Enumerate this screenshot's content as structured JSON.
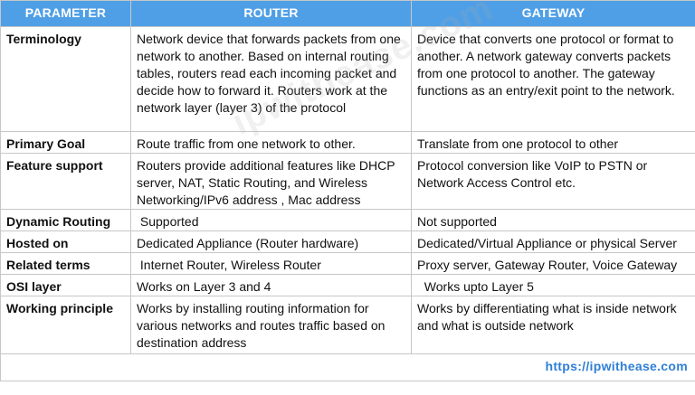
{
  "headers": {
    "parameter": "PARAMETER",
    "router": "ROUTER",
    "gateway": "GATEWAY"
  },
  "rows": [
    {
      "parameter": "Terminology",
      "router": "Network device that forwards packets from one network to another. Based on internal routing tables, routers read each incoming packet and decide how to forward it. Routers work at the network layer (layer 3) of the protocol",
      "gateway": "Device that converts one protocol or format to another. A network gateway converts packets from one protocol to another. The gateway functions as an entry/exit point to the network."
    },
    {
      "parameter": "Primary Goal",
      "router": "Route traffic from one network to other.",
      "gateway": "Translate from one protocol to other"
    },
    {
      "parameter": "Feature support",
      "router": "Routers provide additional features like DHCP server, NAT, Static Routing, and Wireless Networking/IPv6 address , Mac address",
      "gateway": "Protocol conversion like VoIP to PSTN or Network Access Control etc."
    },
    {
      "parameter": "Dynamic Routing",
      "router": " Supported",
      "gateway": "Not supported"
    },
    {
      "parameter": "Hosted on",
      "router": "Dedicated Appliance (Router hardware)",
      "gateway": "Dedicated/Virtual Appliance or physical Server"
    },
    {
      "parameter": "Related terms",
      "router": " Internet Router, Wireless Router",
      "gateway": "Proxy server, Gateway Router, Voice Gateway"
    },
    {
      "parameter": "OSI layer",
      "router": "Works on Layer 3 and 4",
      "gateway": "  Works upto Layer 5"
    },
    {
      "parameter": "Working principle",
      "router": "Works by installing routing information for various networks and routes traffic based on destination address",
      "gateway": "Works by differentiating what is inside network and what is outside network"
    }
  ],
  "footer": {
    "url": "https://ipwithease.com"
  },
  "watermark": "ipwithease.com",
  "colors": {
    "header_bg": "#4f9fe6",
    "header_text": "#ffffff",
    "border": "#c7c7c7",
    "footer_link": "#2f7fd6"
  }
}
